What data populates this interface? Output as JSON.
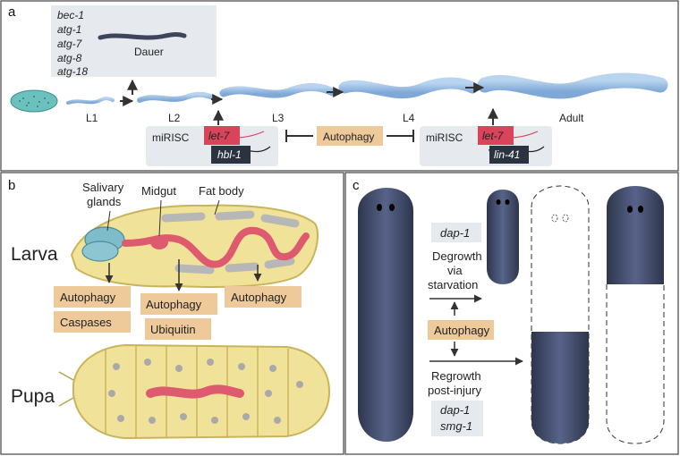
{
  "panel_a": {
    "letter": "a",
    "dauer_genes": [
      "bec-1",
      "atg-1",
      "atg-7",
      "atg-8",
      "atg-18"
    ],
    "dauer_label": "Dauer",
    "stages": [
      "L1",
      "L2",
      "L3",
      "L4",
      "Adult"
    ],
    "mirisc_left": {
      "label": "miRISC",
      "mirna": "let-7",
      "target": "hbl-1"
    },
    "mirisc_right": {
      "label": "miRISC",
      "mirna": "let-7",
      "target": "lin-41"
    },
    "center_box": "Autophagy"
  },
  "panel_b": {
    "letter": "b",
    "stage_larva": "Larva",
    "stage_pupa": "Pupa",
    "tissues": {
      "salivary_line1": "Salivary",
      "salivary_line2": "glands",
      "midgut": "Midgut",
      "fat_body": "Fat body"
    },
    "boxes": {
      "salivary": [
        "Autophagy",
        "Caspases"
      ],
      "midgut": [
        "Autophagy",
        "Ubiquitin"
      ],
      "fat_body": [
        "Autophagy"
      ]
    }
  },
  "panel_c": {
    "letter": "c",
    "top_gene": "dap-1",
    "degrowth": [
      "Degrowth",
      "via",
      "starvation"
    ],
    "center_box": "Autophagy",
    "regrowth": [
      "Regrowth",
      "post-injury"
    ],
    "bottom_genes": [
      "dap-1",
      "smg-1"
    ]
  },
  "colors": {
    "gene_box": "#eec99a",
    "grey_box": "#e6e9ee",
    "worm_blue": "#9fc3e6",
    "planarian": "#3d4660",
    "mirna_red": "#d9445a",
    "target_dark": "#2b3240",
    "larva_fill": "#f1e29a",
    "gut_red": "#de5a6e"
  }
}
